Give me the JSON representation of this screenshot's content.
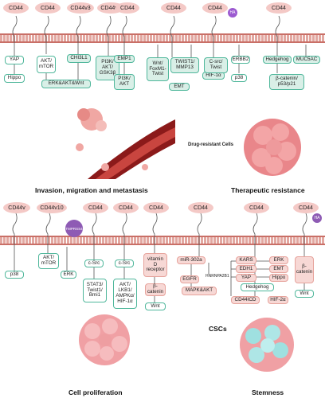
{
  "top": {
    "cd_labels": [
      "CD44",
      "CD44",
      "CD44v3",
      "CD44v6",
      "CD44",
      "CD44",
      "CD44",
      "CD44"
    ],
    "ha_label": "HA",
    "boxes": {
      "yap": "YAP",
      "hippo": "Hippo",
      "akt_mtor": "AKT/\nmTOR",
      "erk_akt_wnt": "ERK&AKT&Wnt",
      "chi3l1": "CHI3L1",
      "pi3k_akt_gsk": "PI3K/\nAKT/\nGSK3β",
      "emp1": "EMP1",
      "pi3k_akt": "PI3K/\nAKT",
      "wnt_foxm1_twist": "Wnt/\nFoxM1-\nTwist",
      "twist1_mmp13": "TWIST1/\nMMP13",
      "hif1a": "HIF-1α",
      "emt": "EMT",
      "csrc_twist": "C-src/\nTwist",
      "erbb2": "ERBB2",
      "hedgehog": "Hedgehog",
      "muc5ac": "MUC5AC",
      "p38": "p38",
      "bcat_p53_p21": "β-catenin/\np53/p21"
    },
    "caption_left": "Invasion, migration and metastasis",
    "caption_right": "Therapeutic resistance",
    "drug_label": "Drug-resistant Cells"
  },
  "bottom": {
    "cd_labels": [
      "CD44v",
      "CD44v10",
      "CD44",
      "CD44",
      "CD44",
      "CD44",
      "CD44",
      "CD44"
    ],
    "tmprss4": "TMPRSS4",
    "ha_label": "HA",
    "boxes": {
      "p38": "p38",
      "akt_mtor": "AKT/\nmTOR",
      "erk": "ERK",
      "csrc1": "c-Src",
      "stat3": "STAT3/\nTwist1/\nBmi1",
      "csrc2": "c-Src",
      "akt_lkb1": "AKT/\nLKB1/\nAMPKα/\nHIF-1α",
      "vitd": "vitamin\nD\nreceptor",
      "bcat1": "β-\ncatenin",
      "wnt1": "Wnt",
      "mir302a": "miR-302a",
      "hnrnpa2b1": "HNRNPA2B1",
      "egfr": "EGFR",
      "mapk_akt": "MAPK&AKT",
      "kars": "KARS",
      "edh1": "EDH1",
      "yap": "YAP",
      "erk2": "ERK",
      "emt": "EMT",
      "hippo": "Hippo",
      "hedgehog": "Hedgehog",
      "cd44icd": "CD44ICD",
      "hif2a": "HIF-2α",
      "bcat2": "β-\ncatenin",
      "wnt2": "Wnt"
    },
    "caption_left": "Cell proliferation",
    "caption_right": "Stemness",
    "cscs_label": "CSCs"
  }
}
